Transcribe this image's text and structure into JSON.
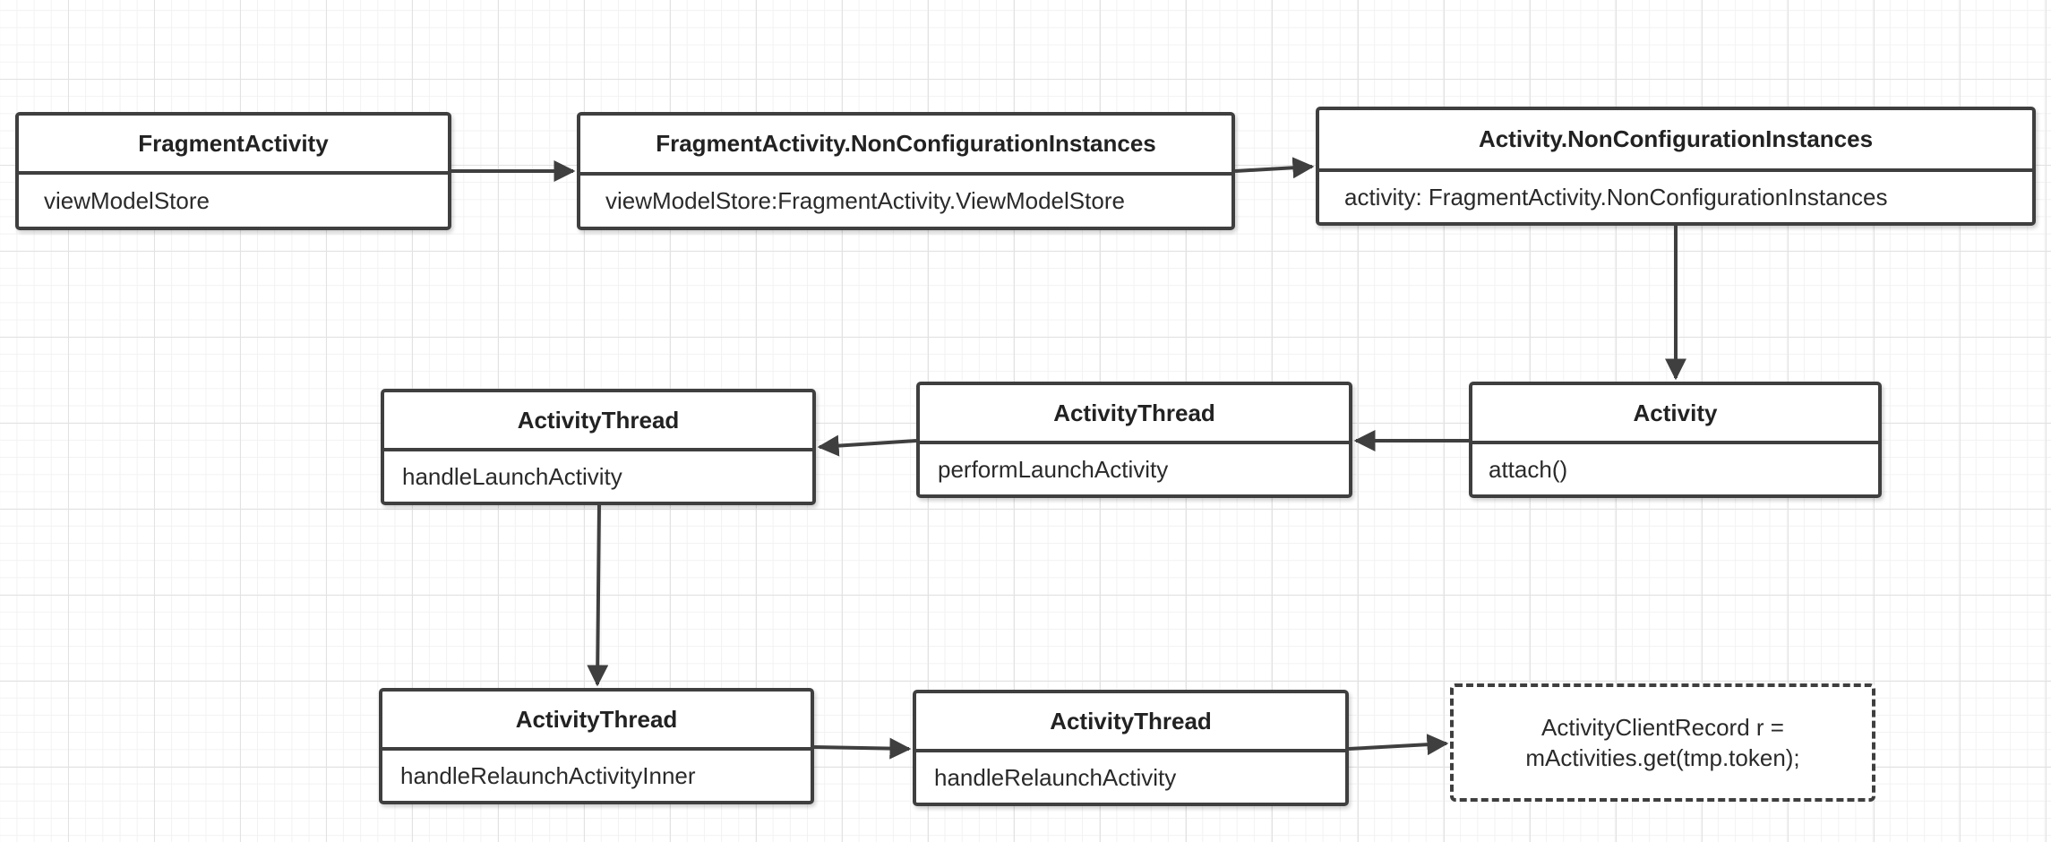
{
  "diagram": {
    "nodes": [
      {
        "id": "fragment-activity",
        "title": "FragmentActivity",
        "member": "viewModelStore"
      },
      {
        "id": "fa-nci",
        "title": "FragmentActivity.NonConfigurationInstances",
        "member": "viewModelStore:FragmentActivity.ViewModelStore"
      },
      {
        "id": "activity-nci",
        "title": "Activity.NonConfigurationInstances",
        "member": "activity: FragmentActivity.NonConfigurationInstances"
      },
      {
        "id": "activity",
        "title": "Activity",
        "member": "attach()"
      },
      {
        "id": "at-perform-launch",
        "title": "ActivityThread",
        "member": "performLaunchActivity"
      },
      {
        "id": "at-handle-launch",
        "title": "ActivityThread",
        "member": "handleLaunchActivity"
      },
      {
        "id": "at-relaunch-inner",
        "title": "ActivityThread",
        "member": "handleRelaunchActivityInner"
      },
      {
        "id": "at-relaunch",
        "title": "ActivityThread",
        "member": "handleRelaunchActivity"
      }
    ],
    "note": {
      "id": "client-record-note",
      "lines": [
        "ActivityClientRecord r =",
        "mActivities.get(tmp.token);"
      ]
    },
    "edges": [
      {
        "from": "fragment-activity",
        "to": "fa-nci"
      },
      {
        "from": "fa-nci",
        "to": "activity-nci"
      },
      {
        "from": "activity-nci",
        "to": "activity"
      },
      {
        "from": "activity",
        "to": "at-perform-launch"
      },
      {
        "from": "at-perform-launch",
        "to": "at-handle-launch"
      },
      {
        "from": "at-handle-launch",
        "to": "at-relaunch-inner"
      },
      {
        "from": "at-relaunch-inner",
        "to": "at-relaunch"
      },
      {
        "from": "at-relaunch",
        "to": "client-record-note"
      }
    ],
    "colors": {
      "stroke": "#3f3f3f",
      "grid": "#e2e2e2",
      "background": "#ffffff"
    }
  }
}
